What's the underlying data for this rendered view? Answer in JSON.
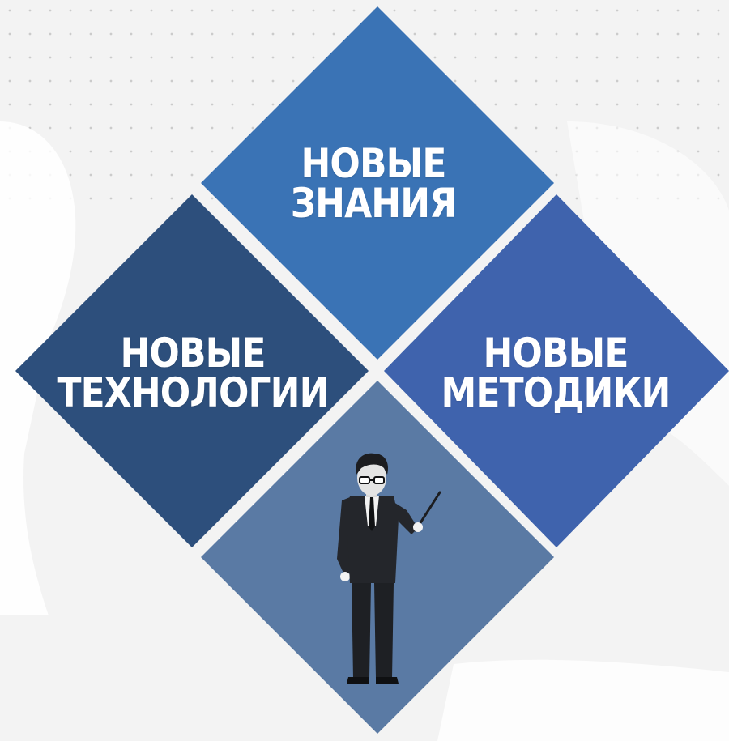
{
  "tiles": {
    "top": {
      "line1": "НОВЫЕ",
      "line2": "ЗНАНИЯ",
      "color": "#3a73b5"
    },
    "left": {
      "line1": "НОВЫЕ",
      "line2": "ТЕХНОЛОГИИ",
      "color": "#2d4f7c"
    },
    "right": {
      "line1": "НОВЫЕ",
      "line2": "МЕТОДИКИ",
      "color": "#3f63ad"
    },
    "bottom": {
      "color": "#5a7aa4"
    }
  },
  "background": {
    "color": "#f3f3f3",
    "dots_color": "#c4c4c4"
  },
  "figure": {
    "icon": "teacher-with-pointer-icon",
    "suit_color": "#222428",
    "glasses_color": "#ffffff"
  }
}
